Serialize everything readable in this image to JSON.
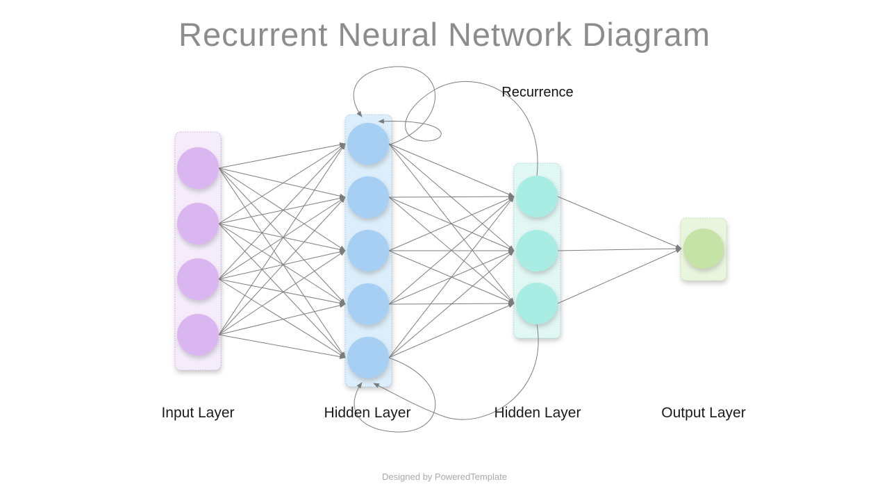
{
  "title": "Recurrent Neural Network Diagram",
  "footer": "Designed by PoweredTemplate",
  "diagram": {
    "recurrence_label": "Recurrence",
    "edge_color": "#7c7c7c",
    "layers": [
      {
        "id": "input",
        "label": "Input Layer",
        "node_count": 4,
        "node_color": "#d9b6f0",
        "box_fill": "#f5ecfb",
        "box_border": "#cdaee6"
      },
      {
        "id": "hidden-1",
        "label": "Hidden Layer",
        "node_count": 5,
        "node_color": "#a6cff3",
        "box_fill": "#dceefb",
        "box_border": "#a6c9e8"
      },
      {
        "id": "hidden-2",
        "label": "Hidden Layer",
        "node_count": 3,
        "node_color": "#a9ece4",
        "box_fill": "#e1f7f4",
        "box_border": "#9adfd5"
      },
      {
        "id": "output",
        "label": "Output Layer",
        "node_count": 1,
        "node_color": "#c6e3a7",
        "box_fill": "#eaf5de",
        "box_border": "#c2dda6"
      }
    ],
    "connections": [
      {
        "from": "input",
        "to": "hidden-1",
        "type": "fully-connected"
      },
      {
        "from": "hidden-1",
        "to": "hidden-2",
        "type": "fully-connected"
      },
      {
        "from": "hidden-2",
        "to": "output",
        "type": "fully-connected"
      },
      {
        "from": "hidden-1",
        "to": "hidden-1",
        "type": "self-loop",
        "positions": [
          "top-node",
          "bottom-node"
        ]
      },
      {
        "from": "hidden-2",
        "to": "hidden-1",
        "type": "recurrent-arc",
        "positions": [
          "top",
          "bottom"
        ]
      }
    ]
  }
}
